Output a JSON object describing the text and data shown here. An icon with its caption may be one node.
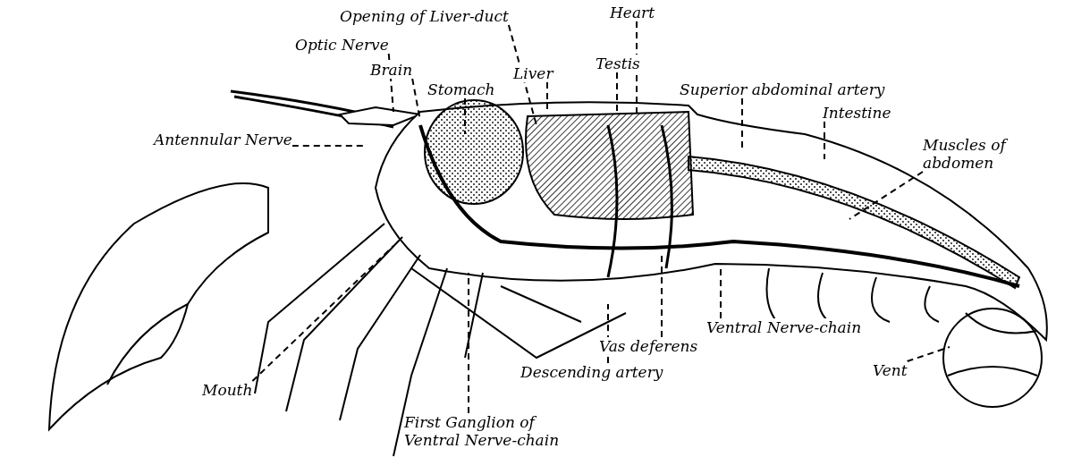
{
  "diagram": {
    "nodes": [
      {
        "text": [
          "Opening of Liver-duct"
        ]
      },
      {
        "text": [
          "Heart"
        ]
      },
      {
        "text": [
          "Optic Nerve"
        ]
      },
      {
        "text": [
          "Testis"
        ]
      },
      {
        "text": [
          "Brain"
        ]
      },
      {
        "text": [
          "Liver"
        ]
      },
      {
        "text": [
          "Stomach"
        ]
      },
      {
        "text": [
          "Superior abdominal artery"
        ]
      },
      {
        "text": [
          "Intestine"
        ]
      },
      {
        "text": [
          "Antennular Nerve"
        ]
      },
      {
        "text": [
          "Muscles of abdomen"
        ]
      },
      {
        "text": [
          "Ventral Nerve-chain"
        ]
      },
      {
        "text": [
          "Vas deferens"
        ]
      },
      {
        "text": [
          "Vent"
        ]
      },
      {
        "text": [
          "Descending artery"
        ]
      },
      {
        "text": [
          "Mouth"
        ]
      },
      {
        "text": [
          "First Ganglion of Ventral Nerve-chain"
        ]
      }
    ],
    "edges": [
      {
        "from": 0,
        "to": null,
        "arrow": "none",
        "style": "dashed"
      },
      {
        "from": 1,
        "to": null,
        "arrow": "none",
        "style": "dashed"
      },
      {
        "from": 2,
        "to": null,
        "arrow": "none",
        "style": "dashed"
      },
      {
        "from": 3,
        "to": null,
        "arrow": "none",
        "style": "dashed"
      },
      {
        "from": 4,
        "to": null,
        "arrow": "none",
        "style": "dashed"
      },
      {
        "from": 5,
        "to": null,
        "arrow": "none",
        "style": "dashed"
      },
      {
        "from": 6,
        "to": null,
        "arrow": "none",
        "style": "dashed"
      },
      {
        "from": 7,
        "to": null,
        "arrow": "none",
        "style": "dashed"
      },
      {
        "from": 8,
        "to": null,
        "arrow": "none",
        "style": "dashed"
      },
      {
        "from": 9,
        "to": null,
        "arrow": "none",
        "style": "dashed"
      },
      {
        "from": 10,
        "to": null,
        "arrow": "none",
        "style": "dashed"
      },
      {
        "from": 11,
        "to": null,
        "arrow": "none",
        "style": "dashed"
      },
      {
        "from": 12,
        "to": null,
        "arrow": "none",
        "style": "dashed"
      },
      {
        "from": 13,
        "to": null,
        "arrow": "none",
        "style": "dashed"
      },
      {
        "from": 14,
        "to": null,
        "arrow": "none",
        "style": "dashed"
      },
      {
        "from": 15,
        "to": null,
        "arrow": "none",
        "style": "dashed"
      },
      {
        "from": 16,
        "to": null,
        "arrow": "none",
        "style": "dashed"
      }
    ]
  }
}
